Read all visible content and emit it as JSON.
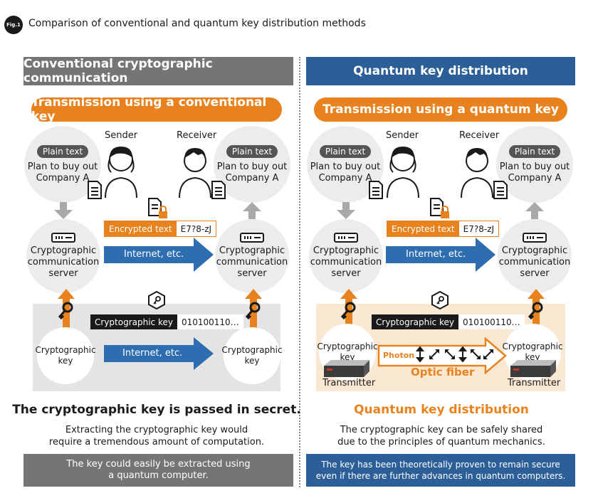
{
  "figure": {
    "badge": "Fig.1",
    "title": "Comparison of conventional and quantum key distribution methods"
  },
  "left": {
    "header": "Conventional cryptographic communication",
    "subheader": "Transmission using a conventional key",
    "sender": "Sender",
    "receiver": "Receiver",
    "plain_tag": "Plain text",
    "plain_line1": "Plan to buy out",
    "plain_line2": "Company A",
    "encrypted_label": "Encrypted text",
    "encrypted_value": "E7?8-zJ",
    "server_line1": "Cryptographic",
    "server_line2": "communication",
    "server_line3": "server",
    "internet": "Internet, etc.",
    "key_label": "Cryptographic key",
    "key_value": "010100110…",
    "key_line1": "Cryptographic",
    "key_line2": "key",
    "summary_title": "The cryptographic key is passed in secret.",
    "summary_line1": "Extracting the cryptographic key would",
    "summary_line2": "require a tremendous amount of computation.",
    "bottom_line1": "The key could easily be extracted using",
    "bottom_line2": "a quantum computer."
  },
  "right": {
    "header": "Quantum key distribution",
    "subheader": "Transmission using a quantum key",
    "sender": "Sender",
    "receiver": "Receiver",
    "plain_tag": "Plain text",
    "plain_line1": "Plan to buy out",
    "plain_line2": "Company A",
    "encrypted_label": "Encrypted text",
    "encrypted_value": "E7?8-zJ",
    "server_line1": "Cryptographic",
    "server_line2": "communication",
    "server_line3": "server",
    "internet": "Internet, etc.",
    "key_label": "Cryptographic key",
    "key_value": "010100110…",
    "key_line1": "Cryptographic",
    "key_line2": "key",
    "photon": "Photon",
    "optic_fiber": "Optic fiber",
    "transmitter": "Transmitter",
    "summary_title": "Quantum key distribution",
    "summary_line1": "The cryptographic key can be safely shared",
    "summary_line2": "due to the principles of quantum mechanics.",
    "bottom_line1": "The key has been theoretically proven to remain secure",
    "bottom_line2": "even if there are further advances in quantum computers."
  },
  "colors": {
    "orange": "#e8821e",
    "blue": "#2e6db0",
    "dark_blue": "#2c5f98",
    "gray_header": "#757575",
    "light_orange": "#fbe8d3"
  }
}
